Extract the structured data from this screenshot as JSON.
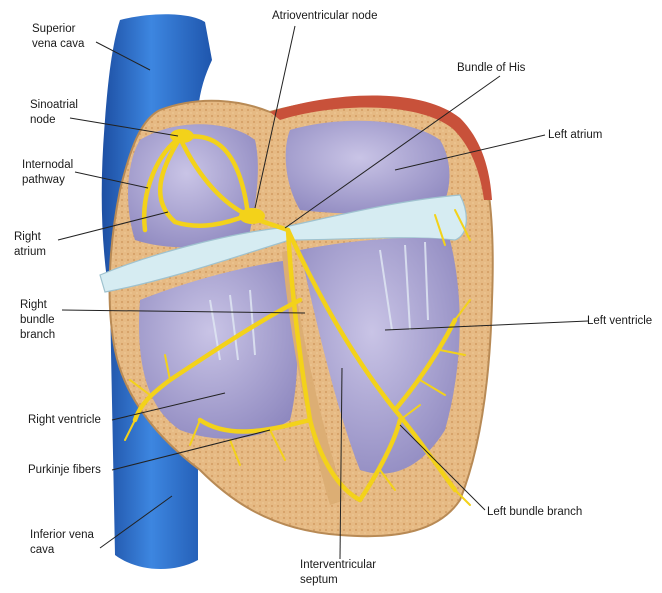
{
  "labels": {
    "superior_vena_cava": [
      "Superior",
      "vena cava"
    ],
    "av_node": "Atrioventricular node",
    "bundle_of_his": "Bundle of His",
    "sa_node": [
      "Sinoatrial",
      "node"
    ],
    "left_atrium": "Left atrium",
    "internodal_pathway": [
      "Internodal",
      "pathway"
    ],
    "right_atrium": [
      "Right",
      "atrium"
    ],
    "right_bundle_branch": [
      "Right",
      "bundle",
      "branch"
    ],
    "left_ventricle": "Left ventricle",
    "right_ventricle": "Right ventricle",
    "purkinje_fibers": "Purkinje fibers",
    "left_bundle_branch": "Left bundle branch",
    "inferior_vena_cava": [
      "Inferior vena",
      "cava"
    ],
    "interventricular_septum": [
      "Interventricular",
      "septum"
    ]
  },
  "colors": {
    "vena_cava": "#2f6fcc",
    "myocardium": "#e3b77f",
    "chamber": "#a9a4d2",
    "valve": "#d6ecf2",
    "conduction": "#f3d21a",
    "epicardium_red": "#c8513a",
    "leader_line": "#222222"
  }
}
